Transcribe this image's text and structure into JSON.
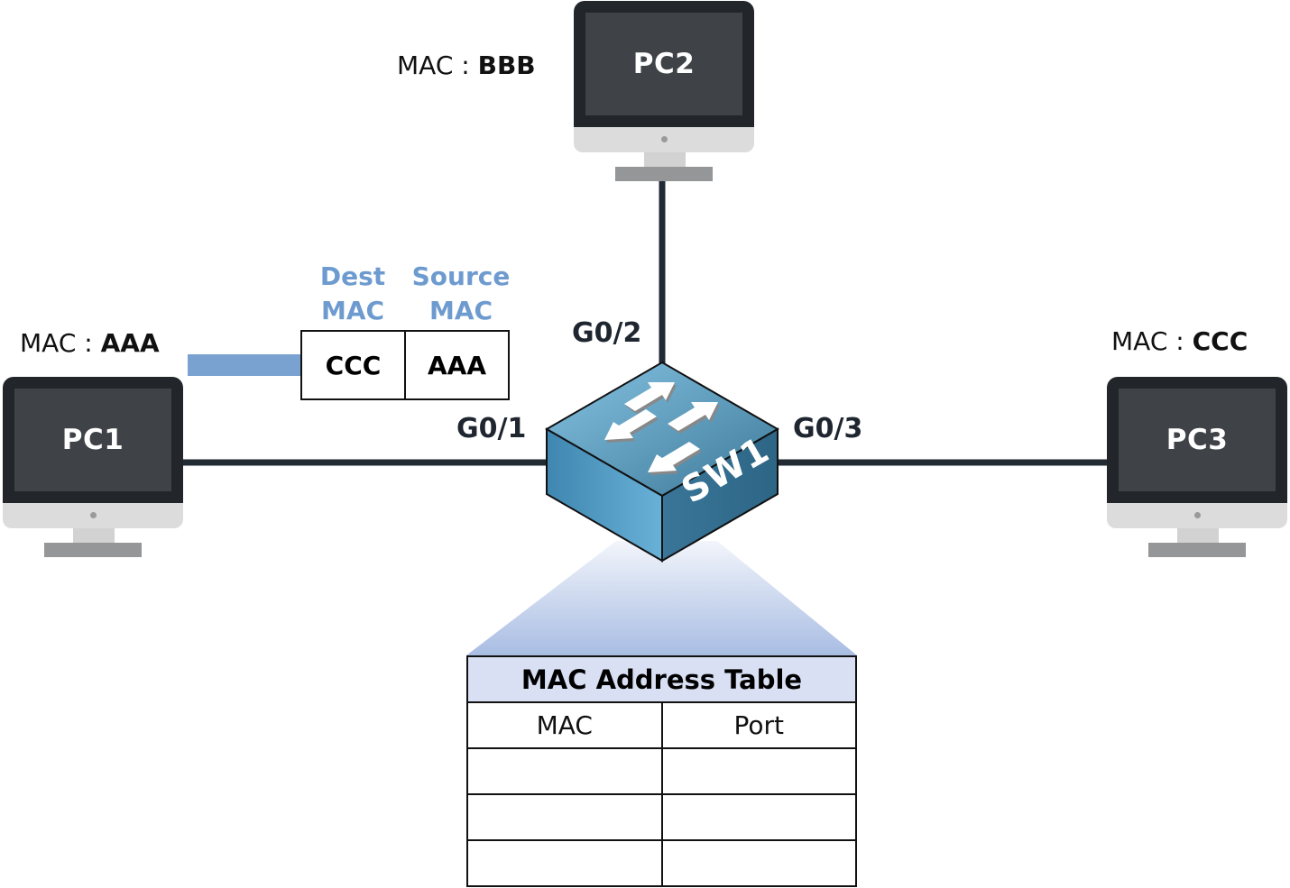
{
  "diagram": {
    "title": "MAC address learning topology",
    "colors": {
      "link": "#222a33",
      "frame_header": "#6e9bcf",
      "frame_pointer": "#7aa2d0",
      "table_title_bg": "#d9e0f3",
      "switch_top": "#6aaed3",
      "switch_side": "#3f7fa3"
    },
    "switch": {
      "name": "SW1",
      "icon": "switch-icon"
    },
    "pcs": [
      {
        "id": "pc1",
        "name": "PC1",
        "mac_prefix": "MAC : ",
        "mac": "AAA",
        "port": "G0/1"
      },
      {
        "id": "pc2",
        "name": "PC2",
        "mac_prefix": "MAC : ",
        "mac": "BBB",
        "port": "G0/2"
      },
      {
        "id": "pc3",
        "name": "PC3",
        "mac_prefix": "MAC : ",
        "mac": "CCC",
        "port": "G0/3"
      }
    ],
    "frame": {
      "dest_header_line1": "Dest",
      "dest_header_line2": "MAC",
      "source_header_line1": "Source",
      "source_header_line2": "MAC",
      "dest_value": "CCC",
      "source_value": "AAA"
    },
    "mac_table": {
      "title": "MAC Address Table",
      "columns": [
        "MAC",
        "Port"
      ],
      "rows": [
        [
          "",
          ""
        ],
        [
          "",
          ""
        ],
        [
          "",
          ""
        ]
      ]
    }
  }
}
